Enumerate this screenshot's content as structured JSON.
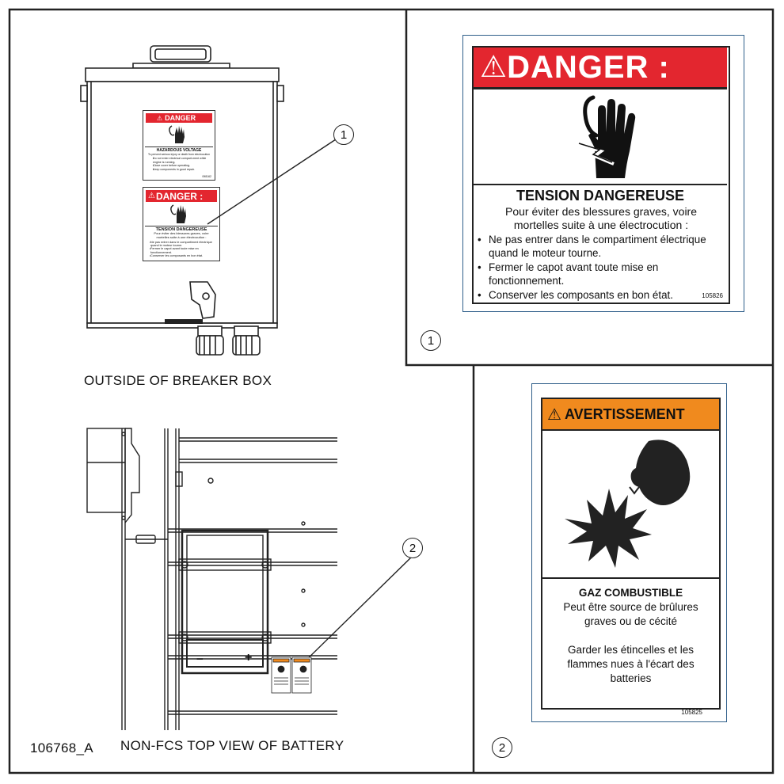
{
  "figure_id": "106768_A",
  "views": {
    "breaker_box_caption": "OUTSIDE OF BREAKER BOX",
    "battery_caption": "NON-FCS TOP VIEW OF BATTERY"
  },
  "callouts": [
    "1",
    "2"
  ],
  "danger_en_small": {
    "header": "DANGER",
    "title": "HAZARDOUS VOLTAGE",
    "subtitle": "To prevent serious injury or death from electrocution",
    "bullets": [
      "Do not enter electrical compart-ment while engine is running.",
      "Close cover before operating.",
      "Keep components in good repair."
    ],
    "code": "098162"
  },
  "danger_fr": {
    "header": "DANGER :",
    "title": "TENSION DANGEREUSE",
    "body": "Pour éviter des blessures graves, voire mortelles suite à une électrocution :",
    "bullets": [
      "Ne pas entrer dans le compartiment électrique quand le moteur tourne.",
      "Fermer le capot avant toute mise en fonctionnement.",
      "Conserver les composants en bon état."
    ],
    "code": "105826"
  },
  "warning_fr": {
    "header": "AVERTISSEMENT",
    "title": "GAZ COMBUSTIBLE",
    "body1": "Peut être source de brûlures graves ou de cécité",
    "body2": "Garder les étincelles et les flammes nues à l'écart des batteries",
    "code": "105825"
  },
  "battery_terminals": {
    "neg": "−",
    "pos": "+"
  },
  "colors": {
    "danger_red": "#e3262f",
    "warning_orange": "#f08a1e",
    "line": "#222222",
    "label_border": "#2f5f8a"
  }
}
